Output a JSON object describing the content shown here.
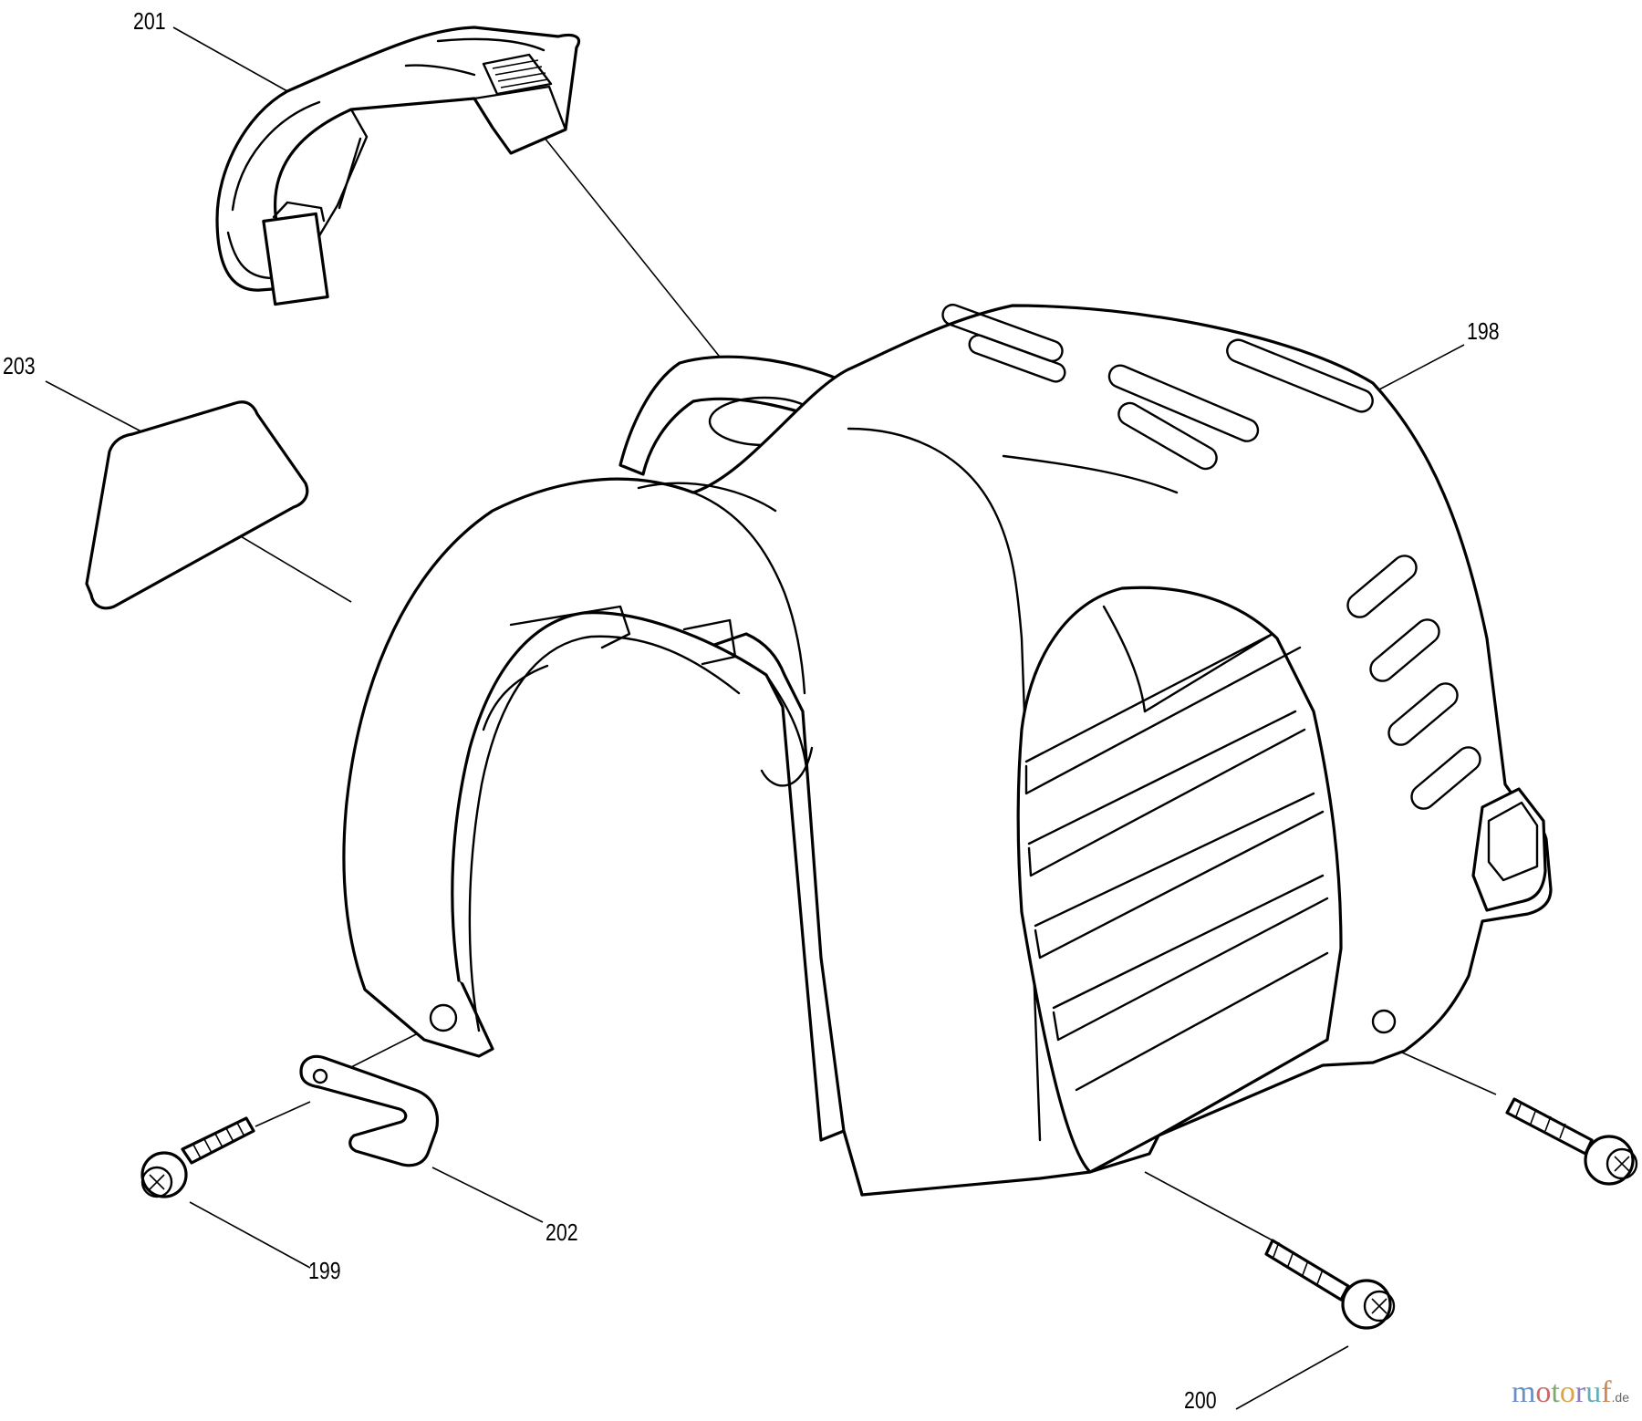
{
  "callouts": {
    "p198": "198",
    "p199": "199",
    "p200": "200",
    "p201": "201",
    "p202": "202",
    "p203": "203"
  },
  "watermark": {
    "letters": [
      "m",
      "o",
      "t",
      "o",
      "r",
      "u",
      "f"
    ],
    "tld": ".de"
  }
}
